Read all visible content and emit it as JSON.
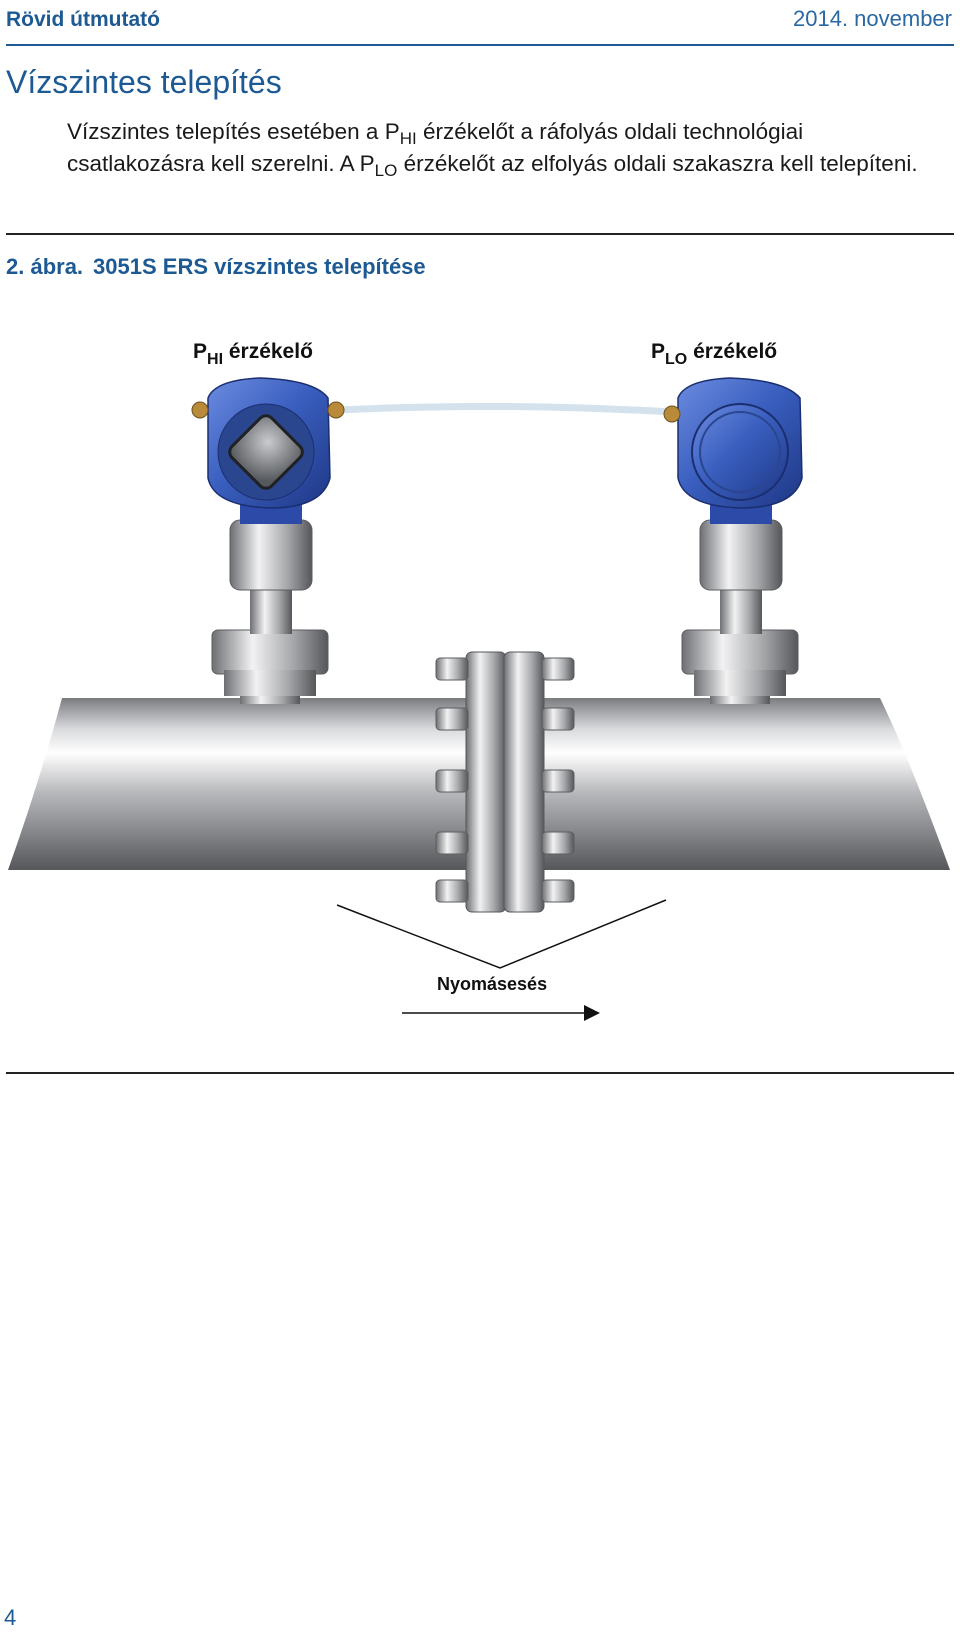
{
  "header": {
    "doc_type": "Rövid útmutató",
    "date": "2014. november"
  },
  "section": {
    "title": "Vízszintes telepítés"
  },
  "body": {
    "line1_pre": "Vízszintes telepítés esetében a P",
    "line1_sub": "HI",
    "line1_post": " érzékelőt a ráfolyás oldali technológiai csatlakozásra kell szerelni. A P",
    "line2_sub": "LO",
    "line2_post": " érzékelőt az elfolyás oldali szakaszra kell telepíteni."
  },
  "figure": {
    "number": "2. ábra.",
    "title": "3051S ERS vízszintes telepítése",
    "phi_label": {
      "p": "P",
      "sub": "HI",
      "text": " érzékelő"
    },
    "plo_label": {
      "p": "P",
      "sub": "LO",
      "text": " érzékelő"
    },
    "flow_label": "Nyomásesés",
    "colors": {
      "transmitter_blue": "#3a5fbf",
      "pipe_gray": "#a9abae",
      "caption_blue": "#1d5a93"
    }
  },
  "footer": {
    "page_number": "4"
  }
}
